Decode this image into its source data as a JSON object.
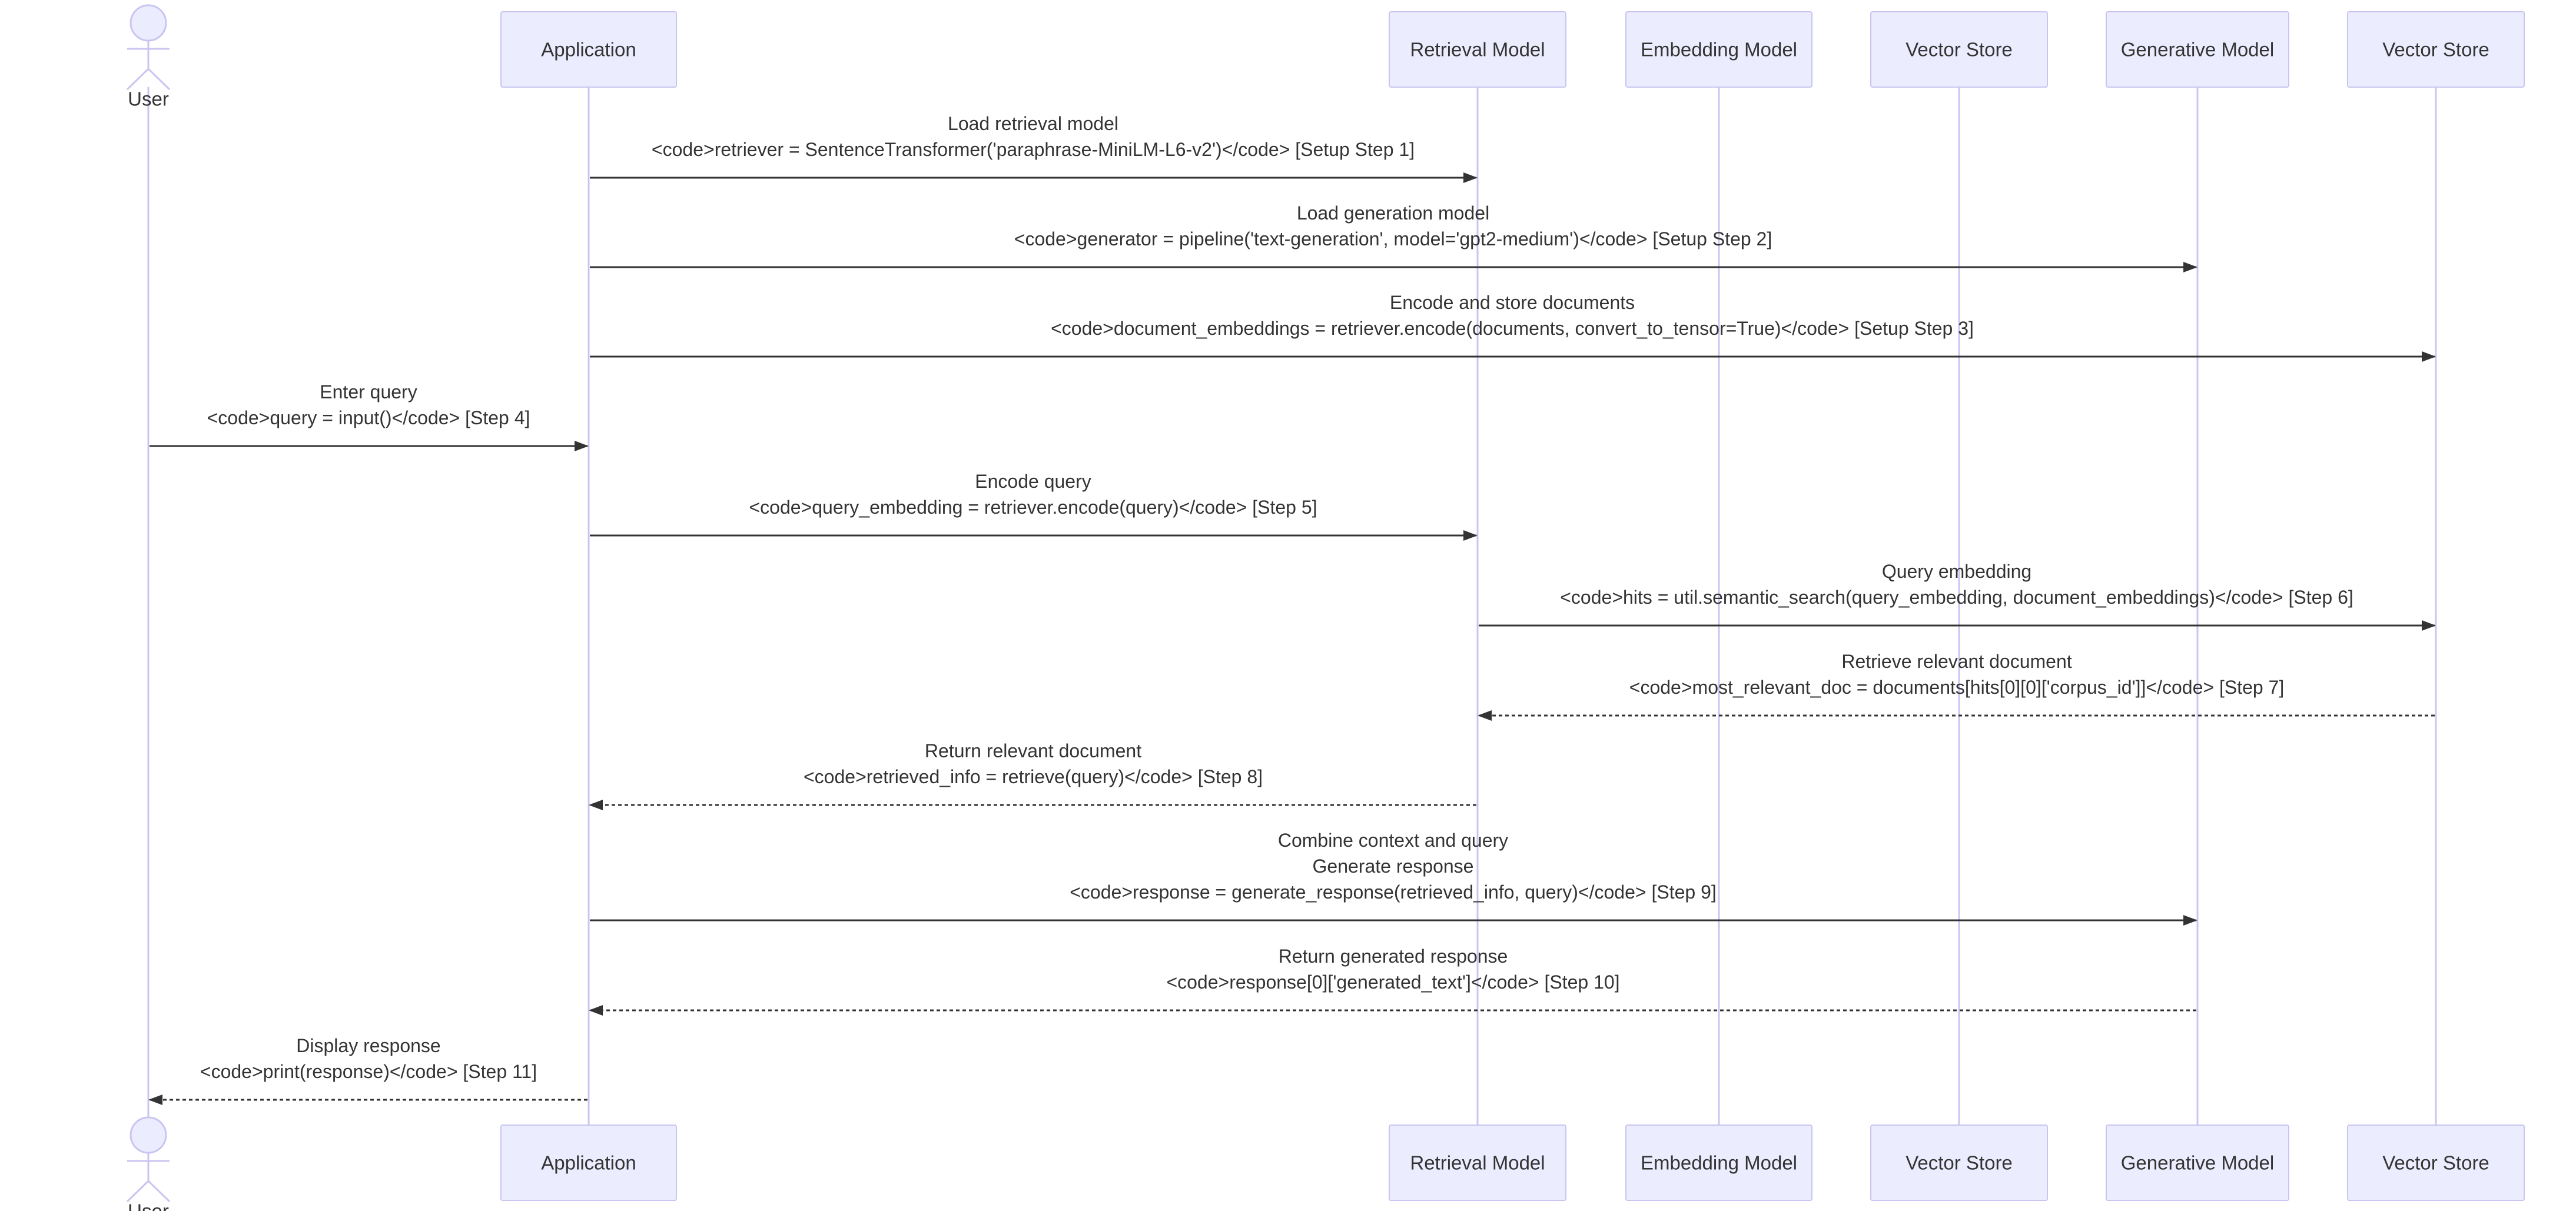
{
  "participants": [
    {
      "id": "user",
      "label": "User",
      "type": "actor",
      "icon": "actor-icon"
    },
    {
      "id": "app",
      "label": "Application",
      "type": "box"
    },
    {
      "id": "retrieval",
      "label": "Retrieval Model",
      "type": "box"
    },
    {
      "id": "embedding",
      "label": "Embedding Model",
      "type": "box"
    },
    {
      "id": "vs1",
      "label": "Vector Store",
      "type": "box"
    },
    {
      "id": "generative",
      "label": "Generative Model",
      "type": "box"
    },
    {
      "id": "vs2",
      "label": "Vector Store",
      "type": "box"
    }
  ],
  "messages": [
    {
      "from": "app",
      "to": "retrieval",
      "style": "solid",
      "lines": [
        "Load retrieval model",
        "<code>retriever = SentenceTransformer('paraphrase-MiniLM-L6-v2')</code> [Setup Step 1]"
      ]
    },
    {
      "from": "app",
      "to": "generative",
      "style": "solid",
      "lines": [
        "Load generation model",
        "<code>generator = pipeline('text-generation', model='gpt2-medium')</code> [Setup Step 2]"
      ]
    },
    {
      "from": "app",
      "to": "vs2",
      "style": "solid",
      "lines": [
        "Encode and store documents",
        "<code>document_embeddings = retriever.encode(documents, convert_to_tensor=True)</code> [Setup Step 3]"
      ]
    },
    {
      "from": "user",
      "to": "app",
      "style": "solid",
      "lines": [
        "Enter query",
        "<code>query = input()</code> [Step 4]"
      ]
    },
    {
      "from": "app",
      "to": "retrieval",
      "style": "solid",
      "lines": [
        "Encode query",
        "<code>query_embedding = retriever.encode(query)</code> [Step 5]"
      ]
    },
    {
      "from": "retrieval",
      "to": "vs2",
      "style": "solid",
      "lines": [
        "Query embedding",
        "<code>hits = util.semantic_search(query_embedding, document_embeddings)</code> [Step 6]"
      ]
    },
    {
      "from": "vs2",
      "to": "retrieval",
      "style": "dotted",
      "lines": [
        "Retrieve relevant document",
        "<code>most_relevant_doc = documents[hits[0][0]['corpus_id']]</code> [Step 7]"
      ]
    },
    {
      "from": "retrieval",
      "to": "app",
      "style": "dotted",
      "lines": [
        "Return relevant document",
        "<code>retrieved_info = retrieve(query)</code> [Step 8]"
      ]
    },
    {
      "from": "app",
      "to": "generative",
      "style": "solid",
      "lines": [
        "Combine context and query",
        "Generate response",
        "<code>response = generate_response(retrieved_info, query)</code> [Step 9]"
      ]
    },
    {
      "from": "generative",
      "to": "app",
      "style": "dotted",
      "lines": [
        "Return generated response",
        "<code>response[0]['generated_text']</code> [Step 10]"
      ]
    },
    {
      "from": "app",
      "to": "user",
      "style": "dotted",
      "lines": [
        "Display response",
        "<code>print(response)</code> [Step 11]"
      ]
    }
  ],
  "colors": {
    "box_fill": "#ECECFF",
    "box_stroke": "#C9C5F0",
    "lifeline": "#C9C5F0",
    "text": "#333333",
    "arrow": "#333333"
  }
}
